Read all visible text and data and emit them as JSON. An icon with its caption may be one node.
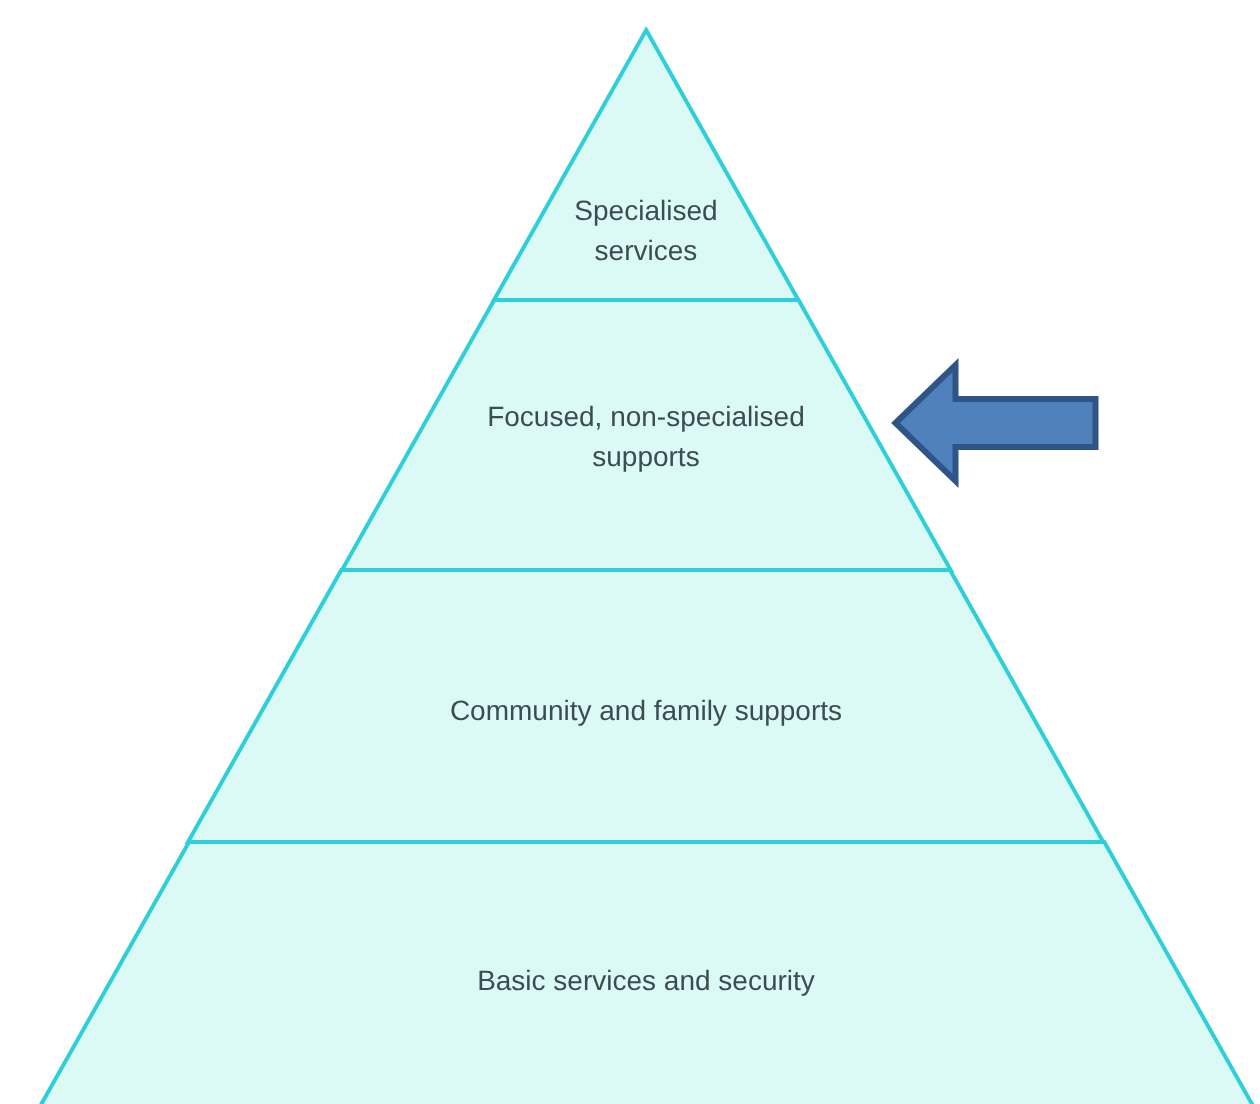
{
  "diagram": {
    "nodes": [
      {
        "text": [
          "Specialised services"
        ]
      },
      {
        "text": [
          "Focused, non-specialised supports"
        ]
      },
      {
        "text": [
          "Community and family supports"
        ]
      },
      {
        "text": [
          "Basic services and security"
        ]
      }
    ],
    "edges": [
      {
        "from": null,
        "to": 1,
        "arrow": "to",
        "style": "thick",
        "color": "#4f81bd"
      }
    ]
  }
}
